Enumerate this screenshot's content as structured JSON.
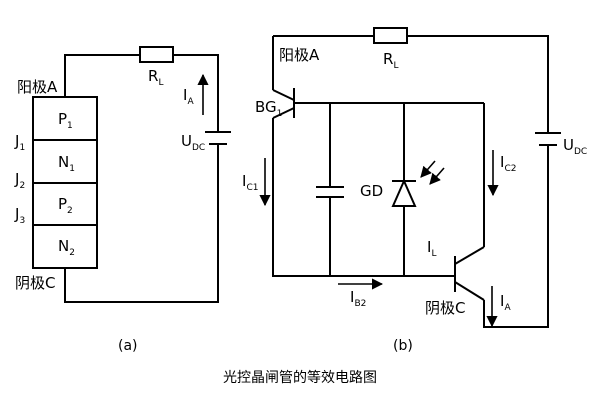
{
  "figure_a": {
    "anode": "阳极A",
    "cathode": "阴极C",
    "resistor": {
      "main": "R",
      "sub": "L"
    },
    "current": {
      "main": "I",
      "sub": "A"
    },
    "supply": {
      "main": "U",
      "sub": "DC"
    },
    "layers": [
      {
        "main": "P",
        "sub": "1"
      },
      {
        "main": "N",
        "sub": "1"
      },
      {
        "main": "P",
        "sub": "2"
      },
      {
        "main": "N",
        "sub": "2"
      }
    ],
    "junctions": [
      {
        "main": "J",
        "sub": "1"
      },
      {
        "main": "J",
        "sub": "2"
      },
      {
        "main": "J",
        "sub": "3"
      }
    ],
    "caption": "(a)"
  },
  "figure_b": {
    "anode": "阳极A",
    "cathode": "阴极C",
    "resistor": {
      "main": "R",
      "sub": "L"
    },
    "supply": {
      "main": "U",
      "sub": "DC"
    },
    "transistor1": {
      "main": "BG",
      "sub": "1"
    },
    "photodiode": "GD",
    "current_c1": {
      "main": "I",
      "sub": "C1"
    },
    "current_c2": {
      "main": "I",
      "sub": "C2"
    },
    "current_l": {
      "main": "I",
      "sub": "L"
    },
    "current_b2": {
      "main": "I",
      "sub": "B2"
    },
    "current_a": {
      "main": "I",
      "sub": "A"
    },
    "caption": "(b)"
  },
  "title": "光控晶闸管的等效电路图"
}
